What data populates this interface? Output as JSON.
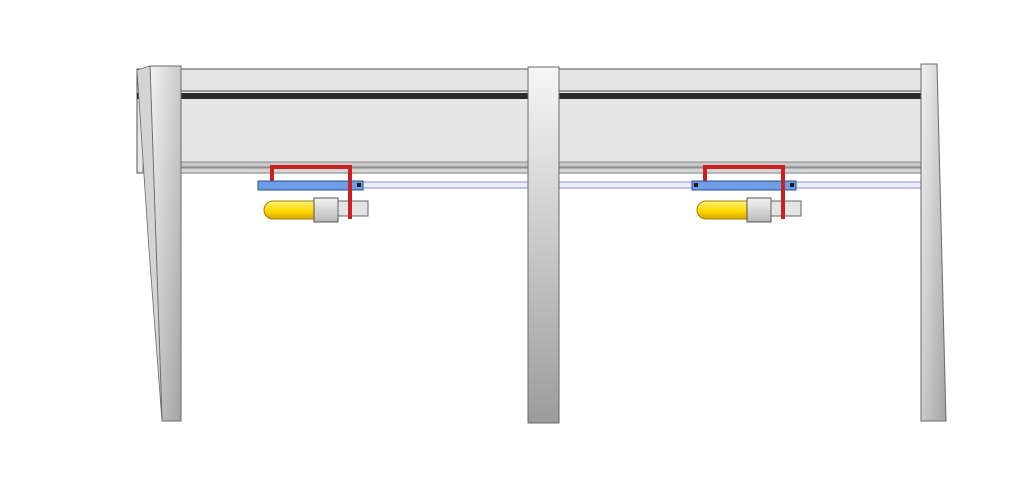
{
  "scene": {
    "background": "#ffffff",
    "beam": {
      "fill": "#e6e6e6",
      "stroke": "#555555",
      "rail": "#2a2a2a",
      "lower_rail": "#c8c8c8"
    },
    "columns": {
      "count": 3,
      "gradient_top": "#f6f6f6",
      "gradient_bottom": "#9c9c9c",
      "stroke": "#6a6a6a"
    },
    "track": {
      "color": "#8c8cd8"
    },
    "units": [
      {
        "name": "left-unit",
        "bracket_color": "#cc1f1f",
        "carriage_color": "#6f9de6",
        "motor_body_color": "#ffd700",
        "gearbox_color": "#d8d8d8"
      },
      {
        "name": "right-unit",
        "bracket_color": "#cc1f1f",
        "carriage_color": "#6f9de6",
        "motor_body_color": "#ffd700",
        "gearbox_color": "#d8d8d8"
      }
    ]
  }
}
